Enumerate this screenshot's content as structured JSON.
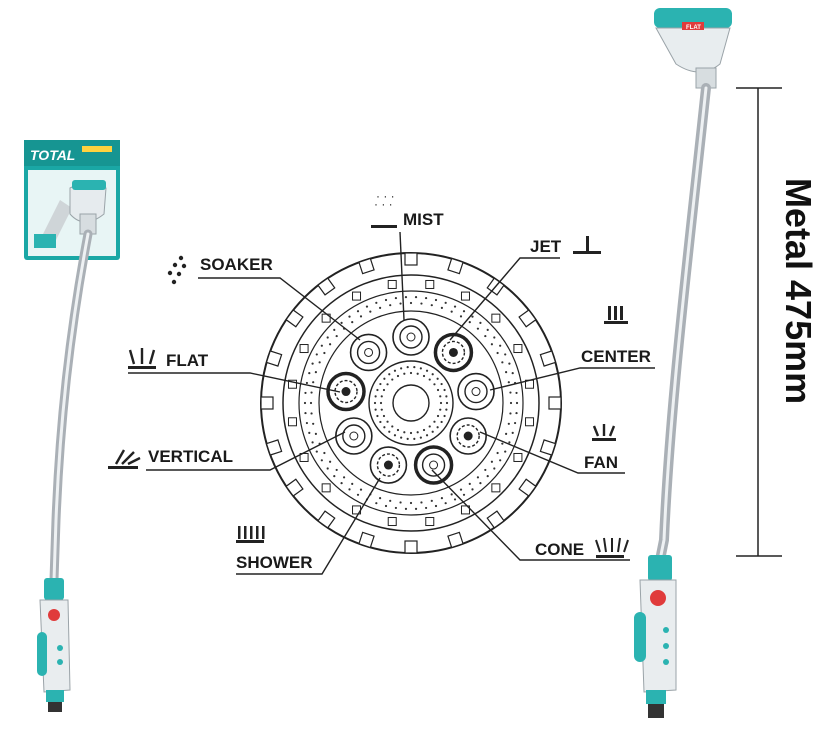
{
  "product": {
    "brand": "TOTAL",
    "nozzle_badge": "FLAT",
    "length_label": "Metal  475mm"
  },
  "spray_patterns": [
    {
      "label": "MIST"
    },
    {
      "label": "JET"
    },
    {
      "label": "SOAKER"
    },
    {
      "label": "CENTER"
    },
    {
      "label": "FLAT"
    },
    {
      "label": "FAN"
    },
    {
      "label": "VERTICAL"
    },
    {
      "label": "CONE"
    },
    {
      "label": "SHOWER"
    }
  ],
  "colors": {
    "teal": "#2bb3b1",
    "red": "#e03b3b",
    "metal": "#c9ccd1",
    "line": "#222222"
  }
}
